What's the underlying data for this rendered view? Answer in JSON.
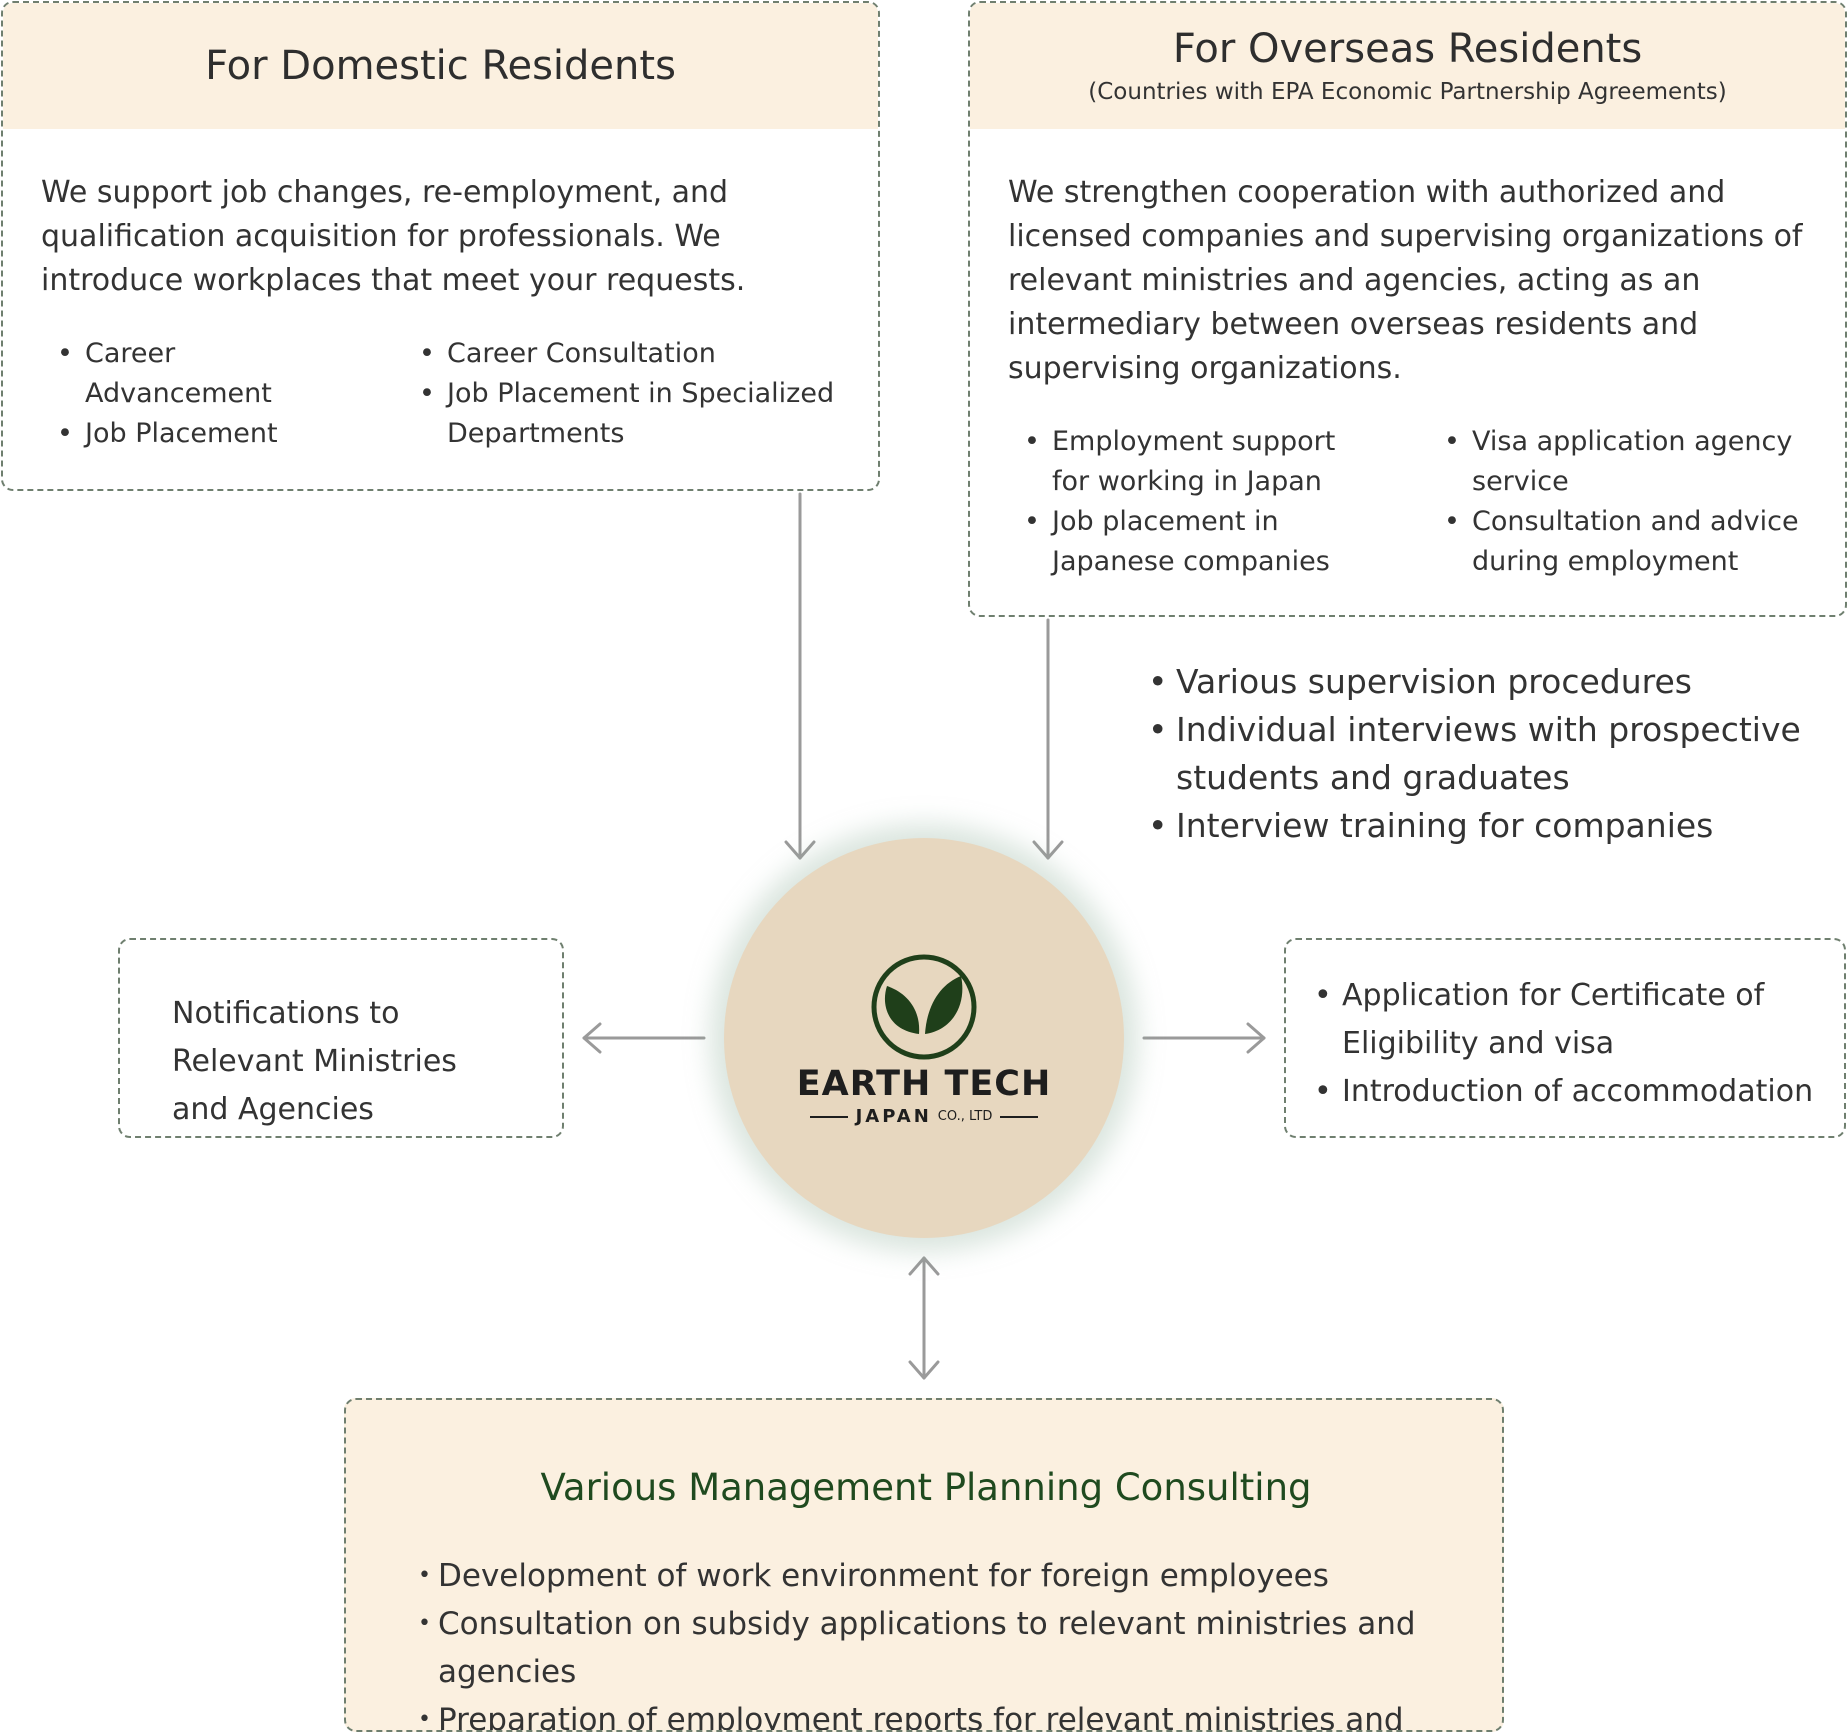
{
  "domestic": {
    "title": "For Domestic Residents",
    "description": "We support job changes, re-employment, and qualification acquisition for professionals. We introduce workplaces that meet your requests.",
    "items_left": [
      "Career Advancement",
      "Job Placement"
    ],
    "items_right": [
      "Career Consultation",
      "Job Placement in Specialized Departments"
    ]
  },
  "overseas": {
    "title": "For Overseas Residents",
    "subtitle": "(Countries with EPA Economic Partnership Agreements)",
    "description": "We strengthen cooperation with authorized and licensed companies and supervising organizations of relevant ministries and agencies, acting as an intermediary between overseas residents and supervising organizations.",
    "items_left": [
      "Employment support for working in Japan",
      "Job placement in Japanese companies"
    ],
    "items_right": [
      "Visa application agency service",
      "Consultation and advice during employment"
    ]
  },
  "supervision": {
    "items": [
      "Various supervision procedures",
      "Individual interviews with prospective students and graduates",
      "Interview training for companies"
    ]
  },
  "center": {
    "logo_line1": "EARTH TECH",
    "logo_line2": "JAPAN",
    "logo_line3": "CO., LTD",
    "logo_icon": "leaf-icon"
  },
  "notifications": {
    "text": "Notifications to Relevant Ministries and Agencies"
  },
  "visa": {
    "items": [
      "Application for Certificate of Eligibility and visa",
      "Introduction of accommodation"
    ]
  },
  "management": {
    "title": "Various Management Planning Consulting",
    "items": [
      "Development of work environment for foreign employees",
      "Consultation on subsidy applications to relevant ministries and agencies",
      "Preparation of employment reports for relevant ministries and agencies"
    ]
  },
  "colors": {
    "header_bg": "#fbf0e0",
    "circle_bg": "#e7d7bf",
    "brand_green": "#1f3f1a",
    "arrow": "#9a9a9a",
    "border": "#6f7f6f"
  }
}
